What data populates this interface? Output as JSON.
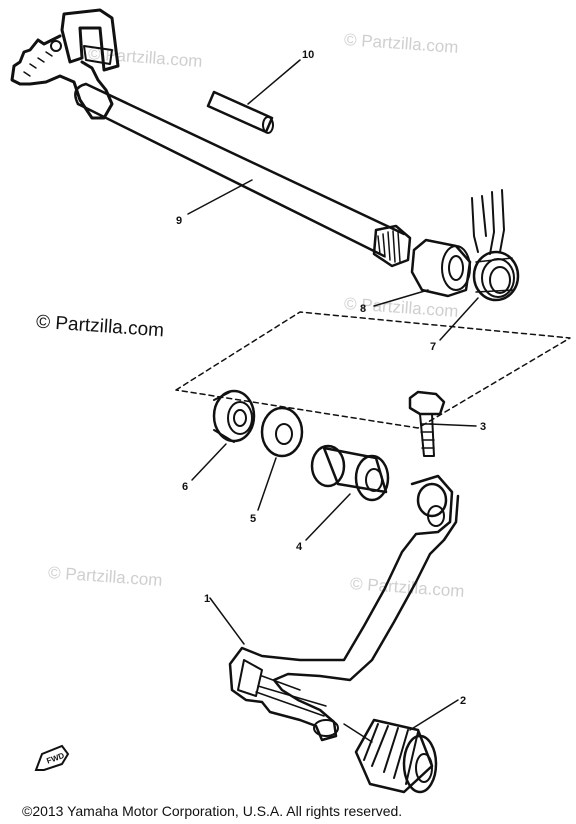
{
  "watermarks": [
    "© Partzilla.com",
    "© Partzilla.com",
    "© Partzilla.com",
    "© Partzilla.com",
    "© Partzilla.com",
    "© Partzilla.com"
  ],
  "brand_text": "© Partzilla.com",
  "copyright": "©2013 Yamaha Motor Corporation, U.S.A. All rights reserved.",
  "fwd_label": "FWD",
  "callouts": [
    "1",
    "2",
    "3",
    "4",
    "5",
    "6",
    "7",
    "8",
    "9",
    "10"
  ]
}
